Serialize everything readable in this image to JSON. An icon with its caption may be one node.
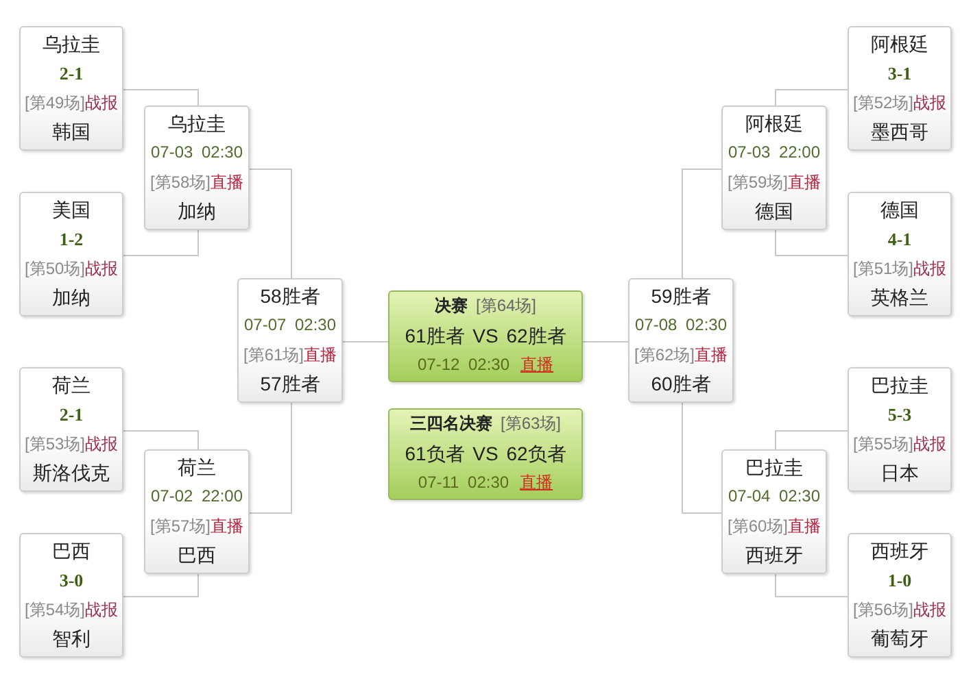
{
  "diagram": {
    "nodes": [
      {
        "text": [
          "乌拉圭",
          "2-1",
          "[第49场]",
          "战报",
          "韩国"
        ]
      },
      {
        "text": [
          "阿根廷",
          "3-1",
          "[第52场]",
          "战报",
          "墨西哥"
        ]
      },
      {
        "text": [
          "乌拉圭",
          "07-03 02:30",
          "[第58场]",
          "直播",
          "加纳"
        ]
      },
      {
        "text": [
          "阿根廷",
          "07-03 22:00",
          "[第59场]",
          "直播",
          "德国"
        ]
      },
      {
        "text": [
          "美国",
          "1-2",
          "[第50场]",
          "战报",
          "加纳"
        ]
      },
      {
        "text": [
          "德国",
          "4-1",
          "[第51场]",
          "战报",
          "英格兰"
        ]
      },
      {
        "text": [
          "58胜者",
          "07-07 02:30",
          "[第61场]",
          "直播",
          "57胜者"
        ]
      },
      {
        "text": [
          "决赛",
          "[第64场]",
          "61胜者 VS 62胜者",
          "07-12 02:30",
          "直播"
        ]
      },
      {
        "text": [
          "59胜者",
          "07-08 02:30",
          "[第62场]",
          "直播",
          "60胜者"
        ]
      },
      {
        "text": [
          "荷兰",
          "2-1",
          "[第53场]",
          "战报",
          "斯洛伐克"
        ]
      },
      {
        "text": [
          "巴拉圭",
          "5-3",
          "[第55场]",
          "战报",
          "日本"
        ]
      },
      {
        "text": [
          "三四名决赛",
          "[第63场]",
          "61负者 VS 62负者",
          "07-11 02:30",
          "直播"
        ]
      },
      {
        "text": [
          "荷兰",
          "07-02 22:00",
          "[第57场]",
          "直播",
          "巴西"
        ]
      },
      {
        "text": [
          "巴拉圭",
          "07-04 02:30",
          "[第60场]",
          "直播",
          "西班牙"
        ]
      },
      {
        "text": [
          "巴西",
          "3-0",
          "[第54场]",
          "战报",
          "智利"
        ]
      },
      {
        "text": [
          "西班牙",
          "1-0",
          "[第56场]",
          "战报",
          "葡萄牙"
        ]
      }
    ],
    "edges": [
      {
        "from": 0,
        "to": 2,
        "arrow": "none"
      },
      {
        "from": 4,
        "to": 2,
        "arrow": "none"
      },
      {
        "from": 9,
        "to": 12,
        "arrow": "none"
      },
      {
        "from": 14,
        "to": 12,
        "arrow": "none"
      },
      {
        "from": 2,
        "to": 6,
        "arrow": "none"
      },
      {
        "from": 12,
        "to": 6,
        "arrow": "none"
      },
      {
        "from": 6,
        "to": 7,
        "arrow": "none"
      },
      {
        "from": 8,
        "to": 7,
        "arrow": "none"
      },
      {
        "from": 3,
        "to": 8,
        "arrow": "none"
      },
      {
        "from": 13,
        "to": 8,
        "arrow": "none"
      },
      {
        "from": 1,
        "to": 3,
        "arrow": "none"
      },
      {
        "from": 5,
        "to": 3,
        "arrow": "none"
      },
      {
        "from": 10,
        "to": 13,
        "arrow": "none"
      },
      {
        "from": 15,
        "to": 13,
        "arrow": "none"
      }
    ]
  }
}
